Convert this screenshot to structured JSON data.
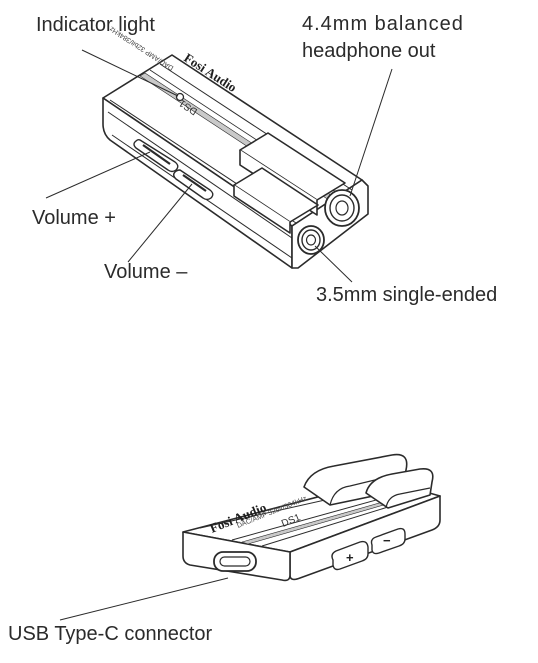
{
  "callouts": {
    "indicator_light": "Indicator light",
    "balanced_out_line1": "4.4mm balanced",
    "balanced_out_line2": "headphone out",
    "volume_up": "Volume +",
    "volume_down": "Volume –",
    "single_ended": "3.5mm single-ended",
    "usb_c": "USB Type-C connector"
  },
  "device": {
    "brand": "Fosi Audio",
    "model": "DS1",
    "fine_print": "DAC/AMP 32bit/384kHz",
    "plus_symbol": "+",
    "minus_symbol": "−"
  },
  "colors": {
    "line": "#2b2b2b",
    "shade": "#c9c9c9",
    "body_fill": "#ffffff"
  }
}
